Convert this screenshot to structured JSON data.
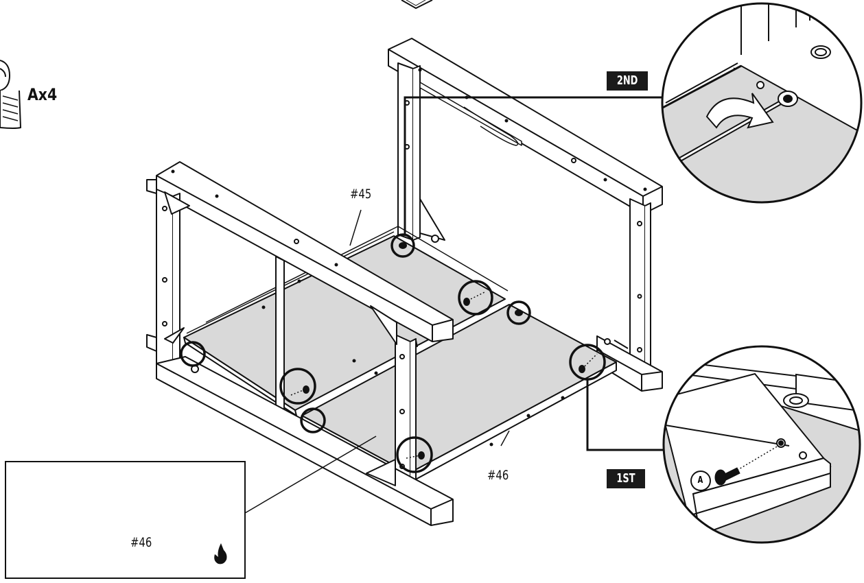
{
  "hardware": {
    "quantity_label": "Ax4",
    "icon": "bolt-icon"
  },
  "parts": {
    "upper_part": "#45",
    "lower_part": "#46",
    "inset_part": "#46"
  },
  "steps": {
    "first": "1ST",
    "second": "2ND"
  },
  "detail": {
    "screw_tag": "A",
    "rotate_icon": "rotate-arrow-icon"
  },
  "inset": {
    "icon": "flame-icon"
  },
  "colors": {
    "line": "#111111",
    "panel": "#d9d9d9",
    "frame": "#ffffff",
    "step_badge": "#1a1a1a"
  }
}
